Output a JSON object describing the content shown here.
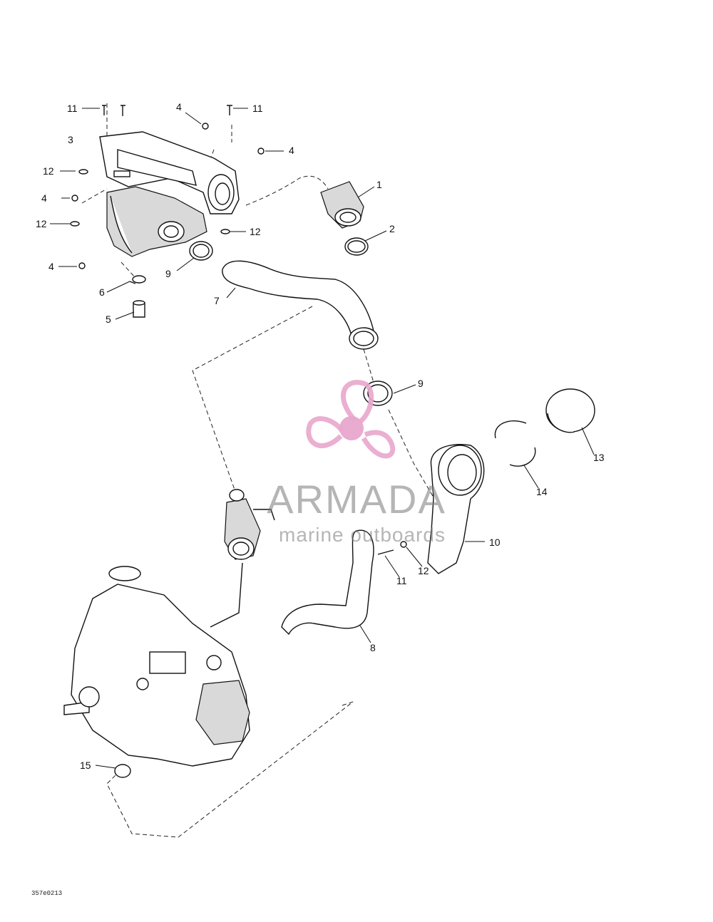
{
  "callouts": {
    "c1": "1",
    "c2": "2",
    "c3": "3",
    "c4a": "4",
    "c4b": "4",
    "c4c": "4",
    "c4d": "4",
    "c5": "5",
    "c6": "6",
    "c7": "7",
    "c8": "8",
    "c9a": "9",
    "c9b": "9",
    "c10": "10",
    "c11a": "11",
    "c11b": "11",
    "c11c": "11",
    "c12a": "12",
    "c12b": "12",
    "c12c": "12",
    "c12d": "12",
    "c13": "13",
    "c14": "14",
    "c15": "15"
  },
  "watermark": {
    "title": "ARMADA",
    "subtitle": "marine outboards",
    "brand_color": "#e8a6cc"
  },
  "doc_code": "357e0213"
}
